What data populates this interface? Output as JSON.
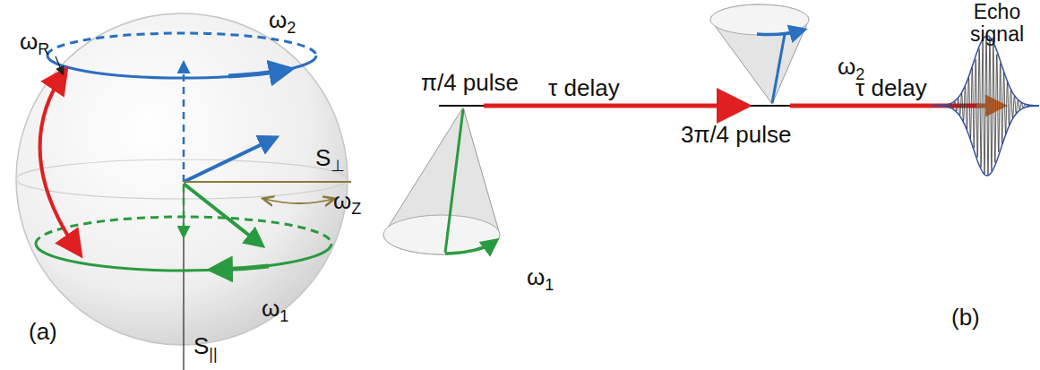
{
  "diagram": {
    "labels": [
      "ωR",
      "ω2",
      "S⊥",
      "ωZ",
      "ω1",
      "(a)",
      "S||",
      "π/4 pulse",
      "τ delay",
      "ω1",
      "3π/4 pulse",
      "τ delay",
      "ω2",
      "Echo signal",
      "(b)"
    ]
  }
}
